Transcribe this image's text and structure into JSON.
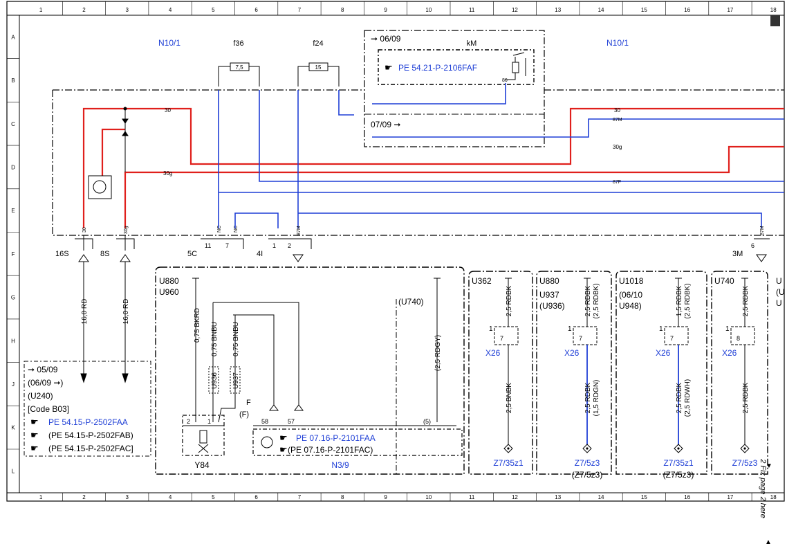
{
  "grid": {
    "columns": [
      "1",
      "2",
      "3",
      "4",
      "5",
      "6",
      "7",
      "8",
      "9",
      "10",
      "11",
      "12",
      "13",
      "14",
      "15",
      "16",
      "17",
      "18"
    ],
    "rows": [
      "A",
      "B",
      "C",
      "D",
      "E",
      "F",
      "G",
      "H",
      "J",
      "K",
      "L"
    ]
  },
  "colors": {
    "red": "#e0201c",
    "blue": "#1f3fd6",
    "black": "#000000"
  },
  "header": {
    "n10_left": "N10/1",
    "n10_right": "N10/1",
    "f36": "f36",
    "f24": "f24",
    "km": "kM",
    "fuse_75": "7,5",
    "fuse_15": "15"
  },
  "relay_box": {
    "date_top": "06/09",
    "date_bottom": "07/09",
    "ref": "PE 54.21-P-2106FAF",
    "pin86": "86"
  },
  "lines": {
    "l30": "30",
    "l30g": "30g",
    "l87m": "87M",
    "l87f": "87F"
  },
  "pins": {
    "p30_vert": "30",
    "p30g_vert": "30g",
    "nc1": "NC",
    "nc2": "NC",
    "p87m_left": "87M",
    "p87m_right": "87M",
    "s16": "16S",
    "s8": "8S",
    "c5": "5C",
    "i4": "4I",
    "m3": "3M",
    "c11": "11",
    "c7": "7",
    "i1": "1",
    "i2": "2",
    "m6": "6"
  },
  "wires": {
    "rd16_1": "16,0 RD",
    "rd16_2": "16,0 RD"
  },
  "left_box": {
    "line1": "05/09",
    "line2": "(06/09",
    "line3": "(U240)",
    "line4": "[Code B03]",
    "ref1": "PE 54.15-P-2502FAA",
    "ref2": "(PE 54.15-P-2502FAB)",
    "ref3": "(PE 54.15-P-2502FAC]"
  },
  "n39_box": {
    "u880": "U880",
    "u960": "U960",
    "u740": "(U740)",
    "w_bkrd": "0,75 BKRD",
    "w_bnbu1": "0,75 BNBU",
    "w_bnbu2": "0,75 BNBU",
    "u936": "U936",
    "u937": "U937",
    "w_rdgy": "(2,5 RDGY)",
    "f": "F",
    "f_paren": "(F)",
    "p58": "58",
    "p57": "57",
    "p5": "(5)",
    "p2": "2",
    "p1": "1",
    "y84": "Y84",
    "ref1": "PE 07.16-P-2101FAA",
    "ref2": "(PE 07.16-P-2101FAC)",
    "n39": "N3/9"
  },
  "blocks": [
    {
      "title": "U362",
      "sub1": "",
      "sub2": "",
      "wtop": "2,5 RDBK",
      "wtop2": "",
      "pin7": "7",
      "pin1": "1",
      "x26": "X26",
      "wbot": "2,5 BNBK",
      "wbot2": "",
      "z": "Z7/35z1",
      "z2": ""
    },
    {
      "title": "U880",
      "sub1": "U937",
      "sub2": "(U936)",
      "wtop": "2,5 RDBK",
      "wtop2": "(2,5 RDBK)",
      "pin7": "7",
      "pin1": "1",
      "x26": "X26",
      "wbot": "2,5 RDBK",
      "wbot2": "(1,5 RDGN)",
      "z": "Z7/5z3",
      "z2": "(Z7/5z3)"
    },
    {
      "title": "U1018",
      "sub1": "(06/10",
      "sub2": "U948)",
      "wtop": "1,5 RDBK",
      "wtop2": "(2,5 RDBK)",
      "pin7": "7",
      "pin1": "1",
      "x26": "X26",
      "wbot": "2,5 RDBK",
      "wbot2": "(2,5 RDWH)",
      "z": "Z7/35z1",
      "z2": "(Z7/5z3)"
    },
    {
      "title": "U740",
      "sub1": "",
      "sub2": "",
      "wtop": "2,5 RDBK",
      "wtop2": "",
      "pin7": "8",
      "pin1": "1",
      "x26": "X26",
      "wbot": "2,5 RDBK",
      "wbot2": "",
      "z": "Z7/5z3",
      "z2": ""
    }
  ],
  "side_note": "2 Fix page 2 here"
}
